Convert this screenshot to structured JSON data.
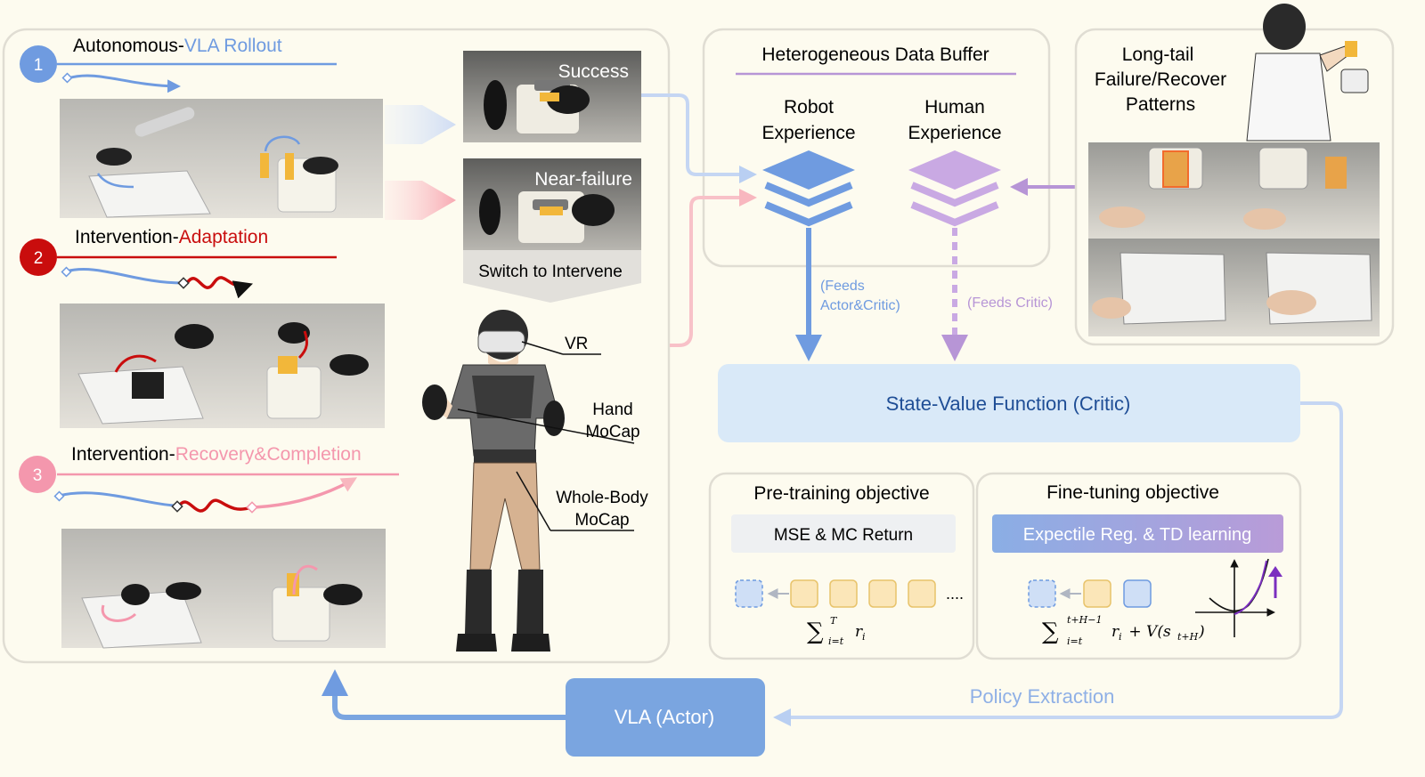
{
  "left_panel": {
    "stage1": {
      "number": "1",
      "prefix": "Autonomous-",
      "highlight": "VLA Rollout",
      "badge_color": "#6f9be0",
      "highlight_color": "#6f9be0"
    },
    "stage2": {
      "number": "2",
      "prefix": "Intervention-",
      "highlight": "Adaptation",
      "badge_color": "#c90d0d",
      "highlight_color": "#c90d0d"
    },
    "stage3": {
      "number": "3",
      "prefix": "Intervention-",
      "highlight": "Recovery&Completion",
      "badge_color": "#f497ad",
      "highlight_color": "#f497ad"
    }
  },
  "outcomes": {
    "success": "Success",
    "near_failure": "Near-failure",
    "switch_label": "Switch to Intervene"
  },
  "operator": {
    "vr": "VR",
    "hand_line1": "Hand",
    "hand_line2": "MoCap",
    "body_line1": "Whole-Body",
    "body_line2": "MoCap"
  },
  "buffer": {
    "title": "Heterogeneous Data Buffer",
    "robot_line1": "Robot",
    "robot_line2": "Experience",
    "human_line1": "Human",
    "human_line2": "Experience",
    "feeds_actor_line1": "(Feeds",
    "feeds_actor_line2": "Actor&Critic)",
    "feeds_critic": "(Feeds Critic)"
  },
  "longtail": {
    "line1": "Long-tail",
    "line2": "Failure/Recover",
    "line3": "Patterns"
  },
  "critic": {
    "label": "State-Value Function (Critic)"
  },
  "pretrain": {
    "title": "Pre-training objective",
    "method": "MSE & MC Return",
    "dots": "....",
    "formula_sum": "∑",
    "formula_sup": "T",
    "formula_sub": "i=t",
    "formula_r": "r",
    "formula_ri": "i"
  },
  "finetune": {
    "title": "Fine-tuning objective",
    "method": "Expectile Reg. & TD learning",
    "formula_sum": "∑",
    "formula_sup": "t+H−1",
    "formula_sub": "i=t",
    "formula_rest": "r",
    "formula_ri": "i",
    "formula_tail": " + V(s",
    "formula_tail_sub": "t+H",
    "formula_close": ")"
  },
  "actor": {
    "label": "VLA (Actor)"
  },
  "policy_extraction": "Policy Extraction",
  "colors": {
    "blue": "#6f9be0",
    "purple": "#b795d6",
    "red": "#c90d0d",
    "pink": "#f497ad",
    "critic_fill": "#d9e9f8",
    "actor_fill": "#7aa5e0",
    "dark_blue_text": "#1f4e96"
  }
}
